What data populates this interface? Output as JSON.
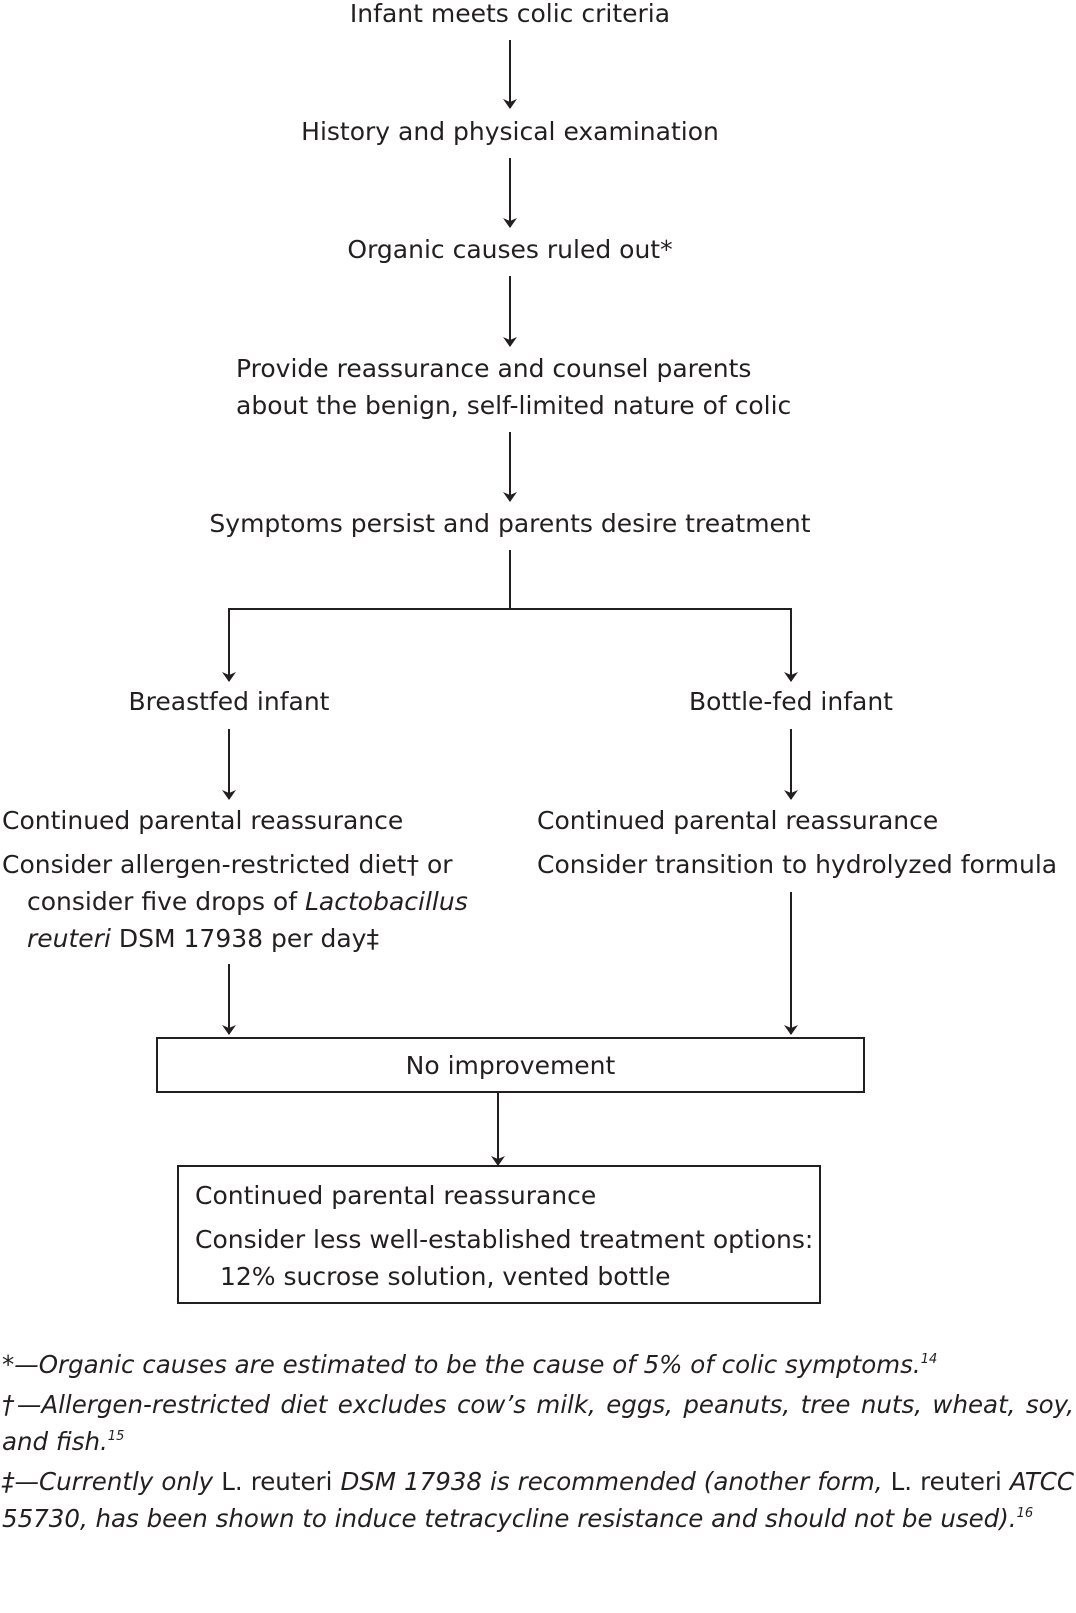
{
  "nodes": {
    "start": "Infant meets colic criteria",
    "history": "History and physical examination",
    "organic": "Organic causes ruled out*",
    "reassure_line1": "Provide reassurance and counsel parents",
    "reassure_line2": "about the benign, self-limited nature of colic",
    "persist": "Symptoms persist and parents desire treatment",
    "breastfed": "Breastfed infant",
    "bottlefed": "Bottle-fed infant",
    "breast_reassurance": "Continued parental reassurance",
    "breast_consider_1": "Consider allergen-restricted diet† or",
    "breast_consider_2a": "consider five drops of ",
    "breast_consider_2b": "Lactobacillus",
    "breast_consider_3a": "reuteri",
    "breast_consider_3b": " DSM 17938 per day‡",
    "bottle_reassurance": "Continued parental reassurance",
    "bottle_consider": "Consider transition to hydrolyzed formula",
    "no_improvement": "No improvement",
    "final_reassurance": "Continued parental reassurance",
    "final_consider_1": "Consider less well-established treatment options:",
    "final_consider_2": "12% sucrose solution, vented bottle"
  },
  "footnotes": {
    "star": "*—Organic causes are estimated to be the cause of 5% of colic symptoms.",
    "star_ref": "14",
    "dagger": "†—Allergen-restricted diet excludes cow’s milk, eggs, peanuts, tree nuts, wheat, soy, and fish.",
    "dagger_ref": "15",
    "ddagger_a": "‡—Currently only ",
    "ddagger_b": "L. reuteri",
    "ddagger_c": " DSM 17938 is recommended (another form, ",
    "ddagger_d": "L. reuteri",
    "ddagger_e": " ATCC 55730, has been shown to induce tetracycline resistance and should not be used).",
    "ddagger_ref": "16"
  }
}
